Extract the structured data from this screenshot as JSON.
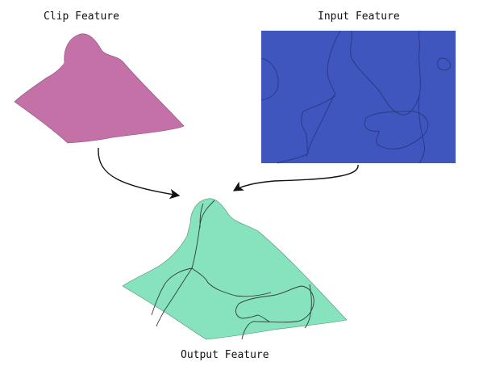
{
  "labels": {
    "clip": "Clip Feature",
    "input": "Input Feature",
    "output": "Output Feature"
  },
  "colors": {
    "clip_fill": "#c471a8",
    "input_fill": "#3f56bf",
    "input_lines": "#2b3a86",
    "output_fill": "#86e3bd",
    "output_lines": "#2f3f38",
    "arrow": "#111111"
  }
}
